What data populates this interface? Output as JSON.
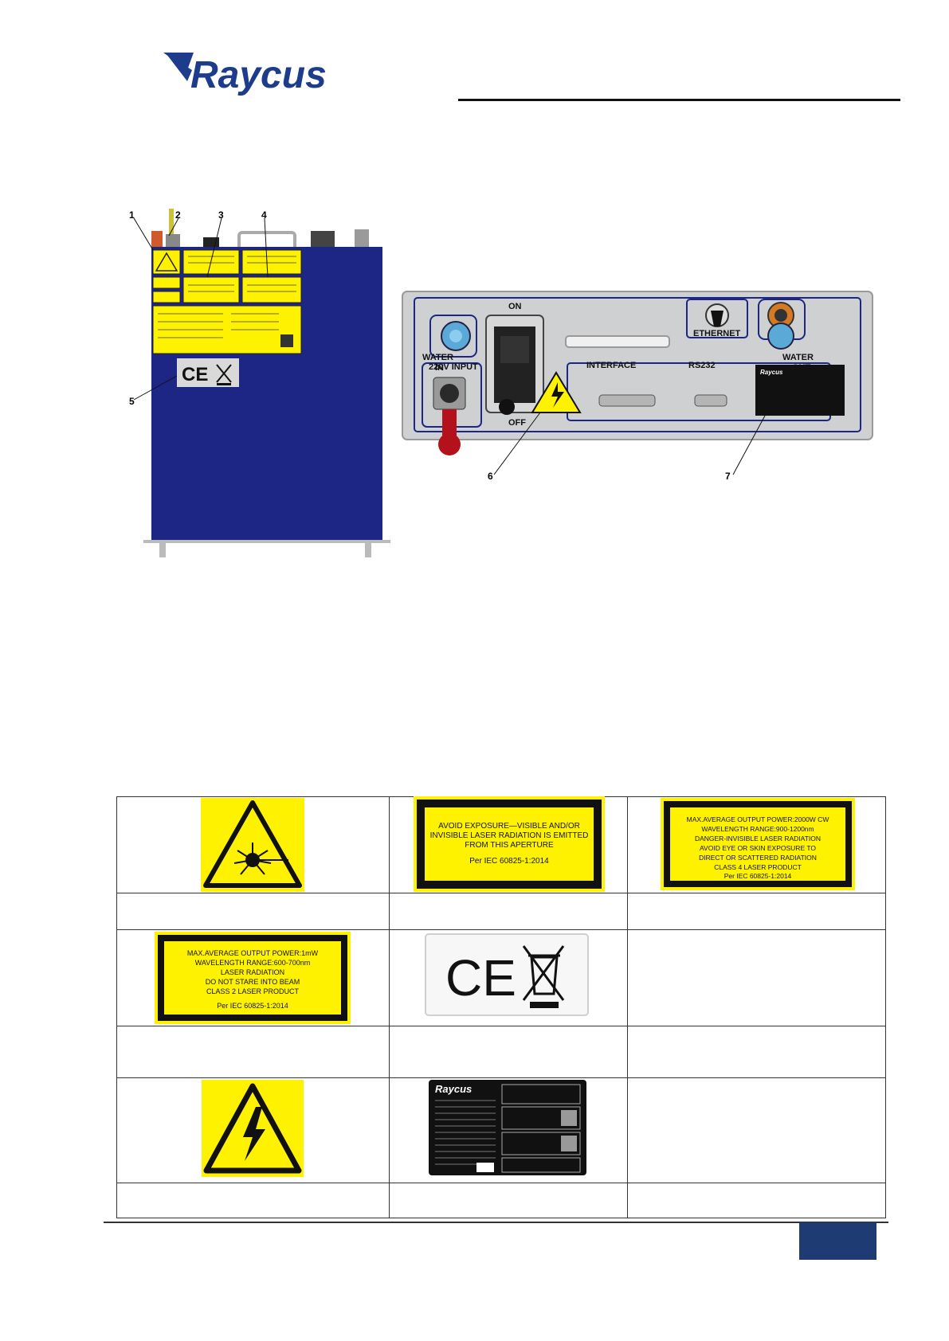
{
  "brand": {
    "logo_text": "Raycus"
  },
  "top_device": {
    "callouts": [
      "1",
      "2",
      "3",
      "4",
      "5"
    ],
    "ce_mark": "CE"
  },
  "rear_panel": {
    "labels": {
      "on": "ON",
      "off": "OFF",
      "water_in": "WATER\nIN",
      "water_out": "WATER\nOUT",
      "power_input": "220V INPUT",
      "ethernet": "ETHERNET",
      "interface": "INTERFACE",
      "rs232": "RS232"
    },
    "callouts": [
      "6",
      "7"
    ],
    "nameplate_brand": "Raycus"
  },
  "label_table": {
    "row1": {
      "aperture_label": [
        "AVOID EXPOSURE—VISIBLE AND/OR",
        "INVISIBLE LASER RADIATION IS EMITTED",
        "FROM THIS APERTURE",
        "Per IEC  60825-1:2014"
      ],
      "class4_label": [
        "MAX.AVERAGE OUTPUT POWER:2000W CW",
        "WAVELENGTH RANGE:900-1200nm",
        "DANGER-INVISIBLE LASER RADIATION",
        "AVOID EYE OR SKIN EXPOSURE TO",
        "DIRECT OR SCATTERED RADIATION",
        "CLASS 4  LASER PRODUCT",
        "Per IEC  60825-1:2014"
      ]
    },
    "row2": {
      "class2_label": [
        "MAX.AVERAGE OUTPUT POWER:1mW",
        "WAVELENGTH RANGE:600-700nm",
        "LASER RADIATION",
        "DO NOT STARE INTO BEAM",
        "CLASS 2 LASER PRODUCT",
        "Per IEC 60825-1:2014"
      ],
      "ce_mark": "CE"
    },
    "row3": {
      "nameplate_brand": "Raycus"
    }
  },
  "colors": {
    "chassis": "#1d2585",
    "label_yellow": "#fff200",
    "footer_blue": "#1f3b73"
  }
}
